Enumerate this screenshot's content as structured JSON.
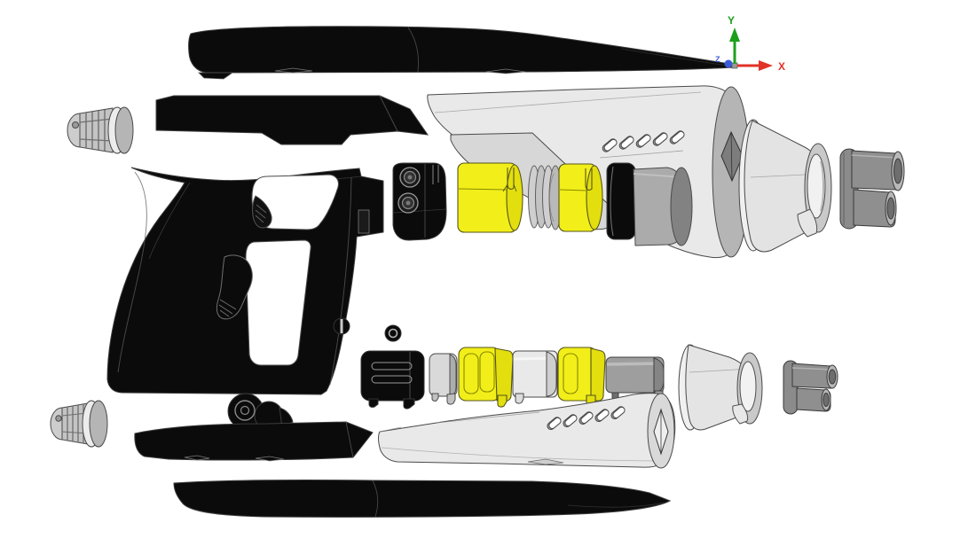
{
  "scene": {
    "description": "CAD exploded view of a sci-fi blaster pistol model on white background",
    "background": "#ffffff"
  },
  "axis_triad": {
    "x_label": "X",
    "y_label": "Y",
    "z_label": "Z",
    "x_color": "#e23227",
    "y_color": "#1ca01c",
    "z_color": "#3b5bd6"
  },
  "colors": {
    "black_part": "#0b0b0b",
    "black_seam": "#6f6f6f",
    "white_part": "#e9e9e9",
    "white_part_shade": "#c9c9c9",
    "white_part_dark": "#b5b5b5",
    "yellow_part": "#f2ee19",
    "yellow_part_shade": "#e3de0e",
    "gray_part": "#ababab",
    "gray_part_dark": "#828282",
    "dark_gray_part": "#8f8f8f",
    "knob_gray": "#c4c4c4",
    "outline": "#3f3f3f"
  },
  "parts": [
    {
      "id": "top-cover-panel",
      "label": "Top cover panel",
      "color": "black"
    },
    {
      "id": "upper-frame-plate",
      "label": "Upper frame plate",
      "color": "black"
    },
    {
      "id": "adjuster-knob-upper",
      "label": "Knurled adjuster knob (upper left)",
      "color": "gray"
    },
    {
      "id": "grip-frame",
      "label": "Pistol grip frame with trigger",
      "color": "black"
    },
    {
      "id": "set-screw-flat",
      "label": "Slotted set screw",
      "color": "black"
    },
    {
      "id": "set-screw-socket",
      "label": "Socket set screw",
      "color": "black"
    },
    {
      "id": "contact-block",
      "label": "Contact block with two bolts",
      "color": "black"
    },
    {
      "id": "energy-cell-front",
      "label": "Energy cell (front)",
      "color": "yellow"
    },
    {
      "id": "spring-washers",
      "label": "Spring washer stack",
      "color": "gray"
    },
    {
      "id": "energy-cell-rear",
      "label": "Energy cell (rear)",
      "color": "yellow"
    },
    {
      "id": "spacer-sleeve",
      "label": "Spacer sleeve",
      "color": "black"
    },
    {
      "id": "inner-barrel-cylinder",
      "label": "Inner barrel cylinder",
      "color": "gray"
    },
    {
      "id": "upper-receiver-shell",
      "label": "Upper receiver shell with vents",
      "color": "white"
    },
    {
      "id": "muzzle-shroud-cone",
      "label": "Muzzle shroud cone",
      "color": "white"
    },
    {
      "id": "barrel-tube-pair",
      "label": "Twin barrel tubes",
      "color": "dark-gray"
    },
    {
      "id": "slotted-core-block",
      "label": "Slotted core block",
      "color": "black"
    },
    {
      "id": "core-spacer",
      "label": "Core spacer",
      "color": "gray"
    },
    {
      "id": "power-cell-left",
      "label": "Power cell (left)",
      "color": "yellow"
    },
    {
      "id": "battery-housing",
      "label": "Battery housing",
      "color": "white"
    },
    {
      "id": "power-cell-right",
      "label": "Power cell (right)",
      "color": "yellow"
    },
    {
      "id": "grip-core-block",
      "label": "Grip core block",
      "color": "gray"
    },
    {
      "id": "lower-shroud-cone",
      "label": "Lower shroud cone",
      "color": "white"
    },
    {
      "id": "lower-barrel-tube-pair",
      "label": "Lower twin barrel tubes",
      "color": "dark-gray"
    },
    {
      "id": "lower-receiver-shell",
      "label": "Lower receiver shell with vents",
      "color": "white"
    },
    {
      "id": "trigger-guard-plate",
      "label": "Trigger guard plate with pivot",
      "color": "black"
    },
    {
      "id": "bottom-cover-panel",
      "label": "Bottom cover panel",
      "color": "black"
    },
    {
      "id": "adjuster-knob-lower",
      "label": "Knurled adjuster knob (lower left)",
      "color": "gray"
    }
  ]
}
